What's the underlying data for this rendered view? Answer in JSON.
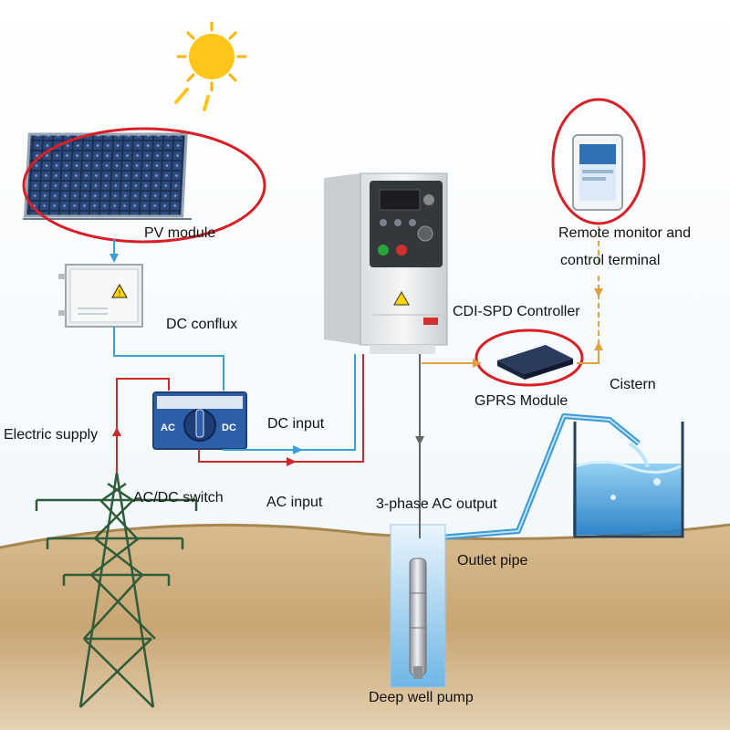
{
  "labels": {
    "pv_module": "PV module",
    "dc_conflux": "DC conflux",
    "electric_supply": "Electric supply",
    "ac_dc_switch": "AC/DC switch",
    "dc_input": "DC input",
    "ac_input": "AC input",
    "controller": "CDI-SPD Controller",
    "remote_line1": "Remote monitor and",
    "remote_line2": "control terminal",
    "gprs_module": "GPRS Module",
    "cistern": "Cistern",
    "three_phase_output": "3-phase AC output",
    "outlet_pipe": "Outlet pipe",
    "deep_well_pump": "Deep well pump"
  },
  "switch_labels": {
    "ac": "AC",
    "dc": "DC"
  },
  "colors": {
    "dc_line": "#3aa0d8",
    "ac_line": "#cc2a2a",
    "signal_line": "#e0a040",
    "output_line": "#666666",
    "highlight_ellipse": "#d81f26",
    "soil": "#c8a87a",
    "water": "#3b9ad6"
  }
}
